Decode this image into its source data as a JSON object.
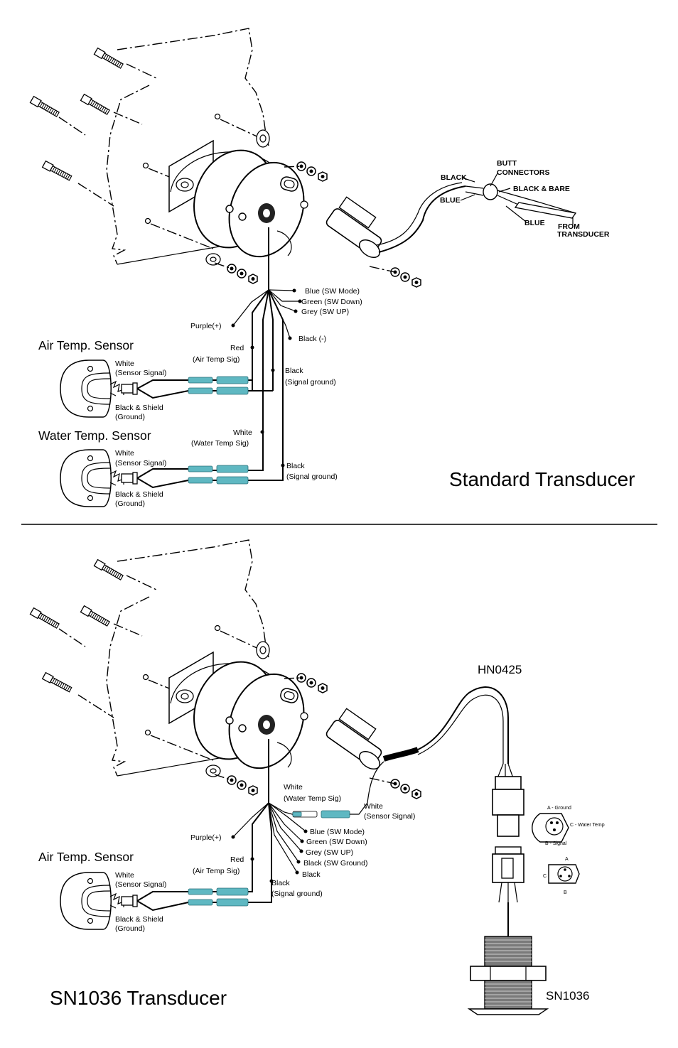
{
  "sections": {
    "standard": {
      "title": "Standard Transducer",
      "butt": {
        "black": "BLACK",
        "blue": "BLUE",
        "butt_connectors_1": "BUTT",
        "butt_connectors_2": "CONNECTORS",
        "black_bare": "BLACK & BARE",
        "blue2": "BLUE",
        "from_1": "FROM",
        "from_2": "TRANSDUCER"
      },
      "wires": {
        "blue": "Blue (SW Mode)",
        "green": "Green (SW Down)",
        "grey": "Grey (SW UP)",
        "purple": "Purple(+)",
        "black_neg": "Black (-)",
        "red": "Red",
        "red_sub": "(Air Temp Sig)",
        "black_sig": "Black",
        "black_sig_sub": "(Signal ground)",
        "white": "White",
        "white_sub": "(Water Temp Sig)",
        "black_sig2": "Black",
        "black_sig2_sub": "(Signal ground)"
      },
      "air_sensor": {
        "title": "Air Temp. Sensor",
        "white": "White",
        "white_sub": "(Sensor Signal)",
        "black": "Black & Shield",
        "black_sub": "(Ground)"
      },
      "water_sensor": {
        "title": "Water Temp. Sensor",
        "white": "White",
        "white_sub": "(Sensor Signal)",
        "black": "Black & Shield",
        "black_sub": "(Ground)"
      }
    },
    "sn1036": {
      "title": "SN1036 Transducer",
      "part_top": "HN0425",
      "part_bottom": "SN1036",
      "wires": {
        "white_water": "White",
        "white_water_sub": "(Water Temp Sig)",
        "white_sensor": "White",
        "white_sensor_sub": "(Sensor Signal)",
        "purple": "Purple(+)",
        "blue": "Blue (SW Mode)",
        "green": "Green (SW Down)",
        "grey": "Grey (SW UP)",
        "black_swg": "Black (SW Ground)",
        "black": "Black",
        "red": "Red",
        "red_sub": "(Air Temp Sig)",
        "black_sig": "Black",
        "black_sig_sub": "(Signal ground)"
      },
      "air_sensor": {
        "title": "Air Temp. Sensor",
        "white": "White",
        "white_sub": "(Sensor Signal)",
        "black": "Black & Shield",
        "black_sub": "(Ground)"
      },
      "pinout": {
        "a": "A - Ground",
        "c": "C - Water Temp",
        "b": "B - Signal",
        "pa": "A",
        "pb": "B",
        "pc": "C"
      }
    }
  }
}
